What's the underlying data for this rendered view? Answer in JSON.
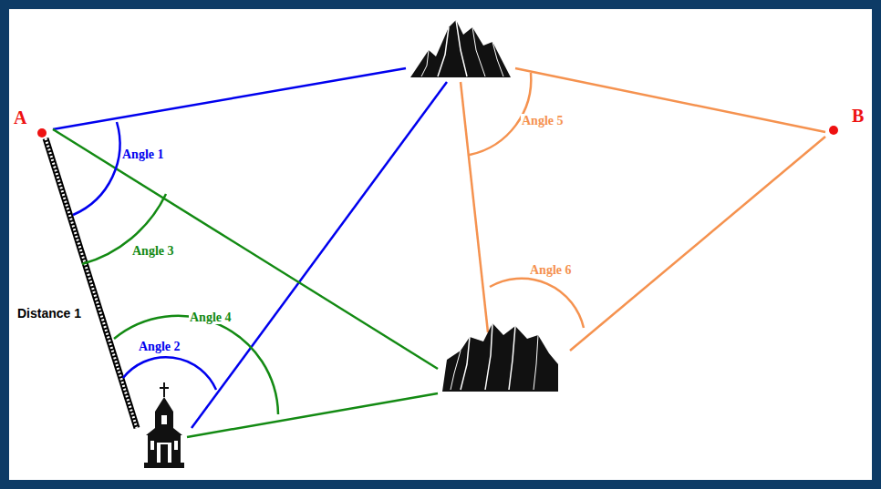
{
  "diagram": {
    "labels": [
      "A",
      "B",
      "Angle 1",
      "Angle 5",
      "Angle 3",
      "Angle 6",
      "Distance 1",
      "Angle 4",
      "Angle 2"
    ]
  }
}
